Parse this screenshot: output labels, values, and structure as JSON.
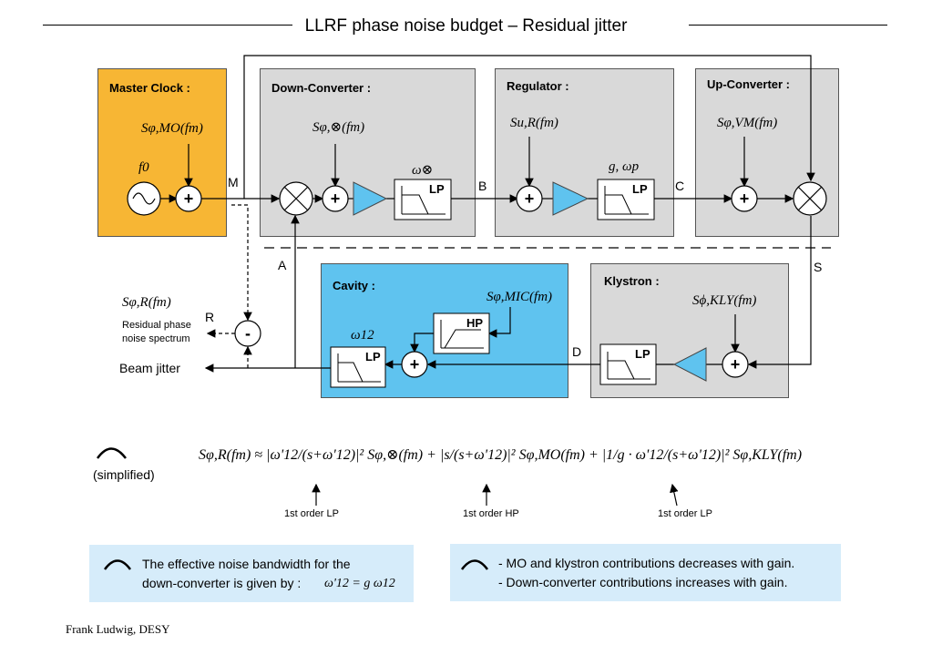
{
  "title": "LLRF phase noise budget – Residual jitter",
  "blocks": {
    "master_clock": "Master Clock :",
    "down_converter": "Down-Converter :",
    "regulator": "Regulator :",
    "up_converter": "Up-Converter :",
    "cavity": "Cavity :",
    "klystron": "Klystron :"
  },
  "signals": {
    "M": "M",
    "B": "B",
    "C": "C",
    "A": "A",
    "S": "S",
    "D": "D",
    "R": "R"
  },
  "filters": {
    "lp": "LP",
    "hp": "HP"
  },
  "noise_sources": {
    "mo": "Sφ,MO(fm)",
    "down_conv": "Sφ,⊗(fm)",
    "regulator": "Su,R(fm)",
    "up_conv": "Sφ,VM(fm)",
    "mic": "Sφ,MIC(fm)",
    "kly": "Sϕ,KLY(fm)",
    "residual": "Sφ,R(fm)"
  },
  "params": {
    "f0": "f0",
    "omega_dc": "ω⊗",
    "g_omega_p": "g, ωp",
    "omega12": "ω12"
  },
  "residual_label": "Residual phase noise spectrum",
  "beam_jitter": "Beam jitter",
  "simplified": "(simplified)",
  "equation": "Sφ,R(fm) ≈ |ω'12/(s+ω'12)|² Sφ,⊗(fm) + |s/(s+ω'12)|² Sφ,MO(fm) + |1/g · ω'12/(s+ω'12)|² Sφ,KLY(fm)",
  "annotations": {
    "lp1": "1st order LP",
    "hp1": "1st order HP",
    "lp2": "1st order LP"
  },
  "info_left": {
    "line1": "The effective noise bandwidth for the",
    "line2": "down-converter is given by :",
    "formula": "ω'12 = g ω12"
  },
  "info_right": {
    "line1": "- MO and klystron contributions decreases with gain.",
    "line2": "- Down-converter  contributions increases  with gain."
  },
  "footer": "Frank Ludwig, DESY",
  "colors": {
    "master_clock": "#f7b634",
    "converter": "#d9d9d9",
    "cavity": "#5fc3ef",
    "info_box": "#d6ecfa",
    "amplifier": "#5fc3ef"
  }
}
